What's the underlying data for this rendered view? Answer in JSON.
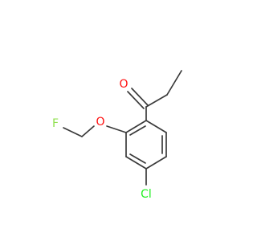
{
  "molecule": {
    "atoms": [
      {
        "id": "O-carbonyl",
        "label": "O",
        "color": "#ff0d0d"
      },
      {
        "id": "O-ether",
        "label": "O",
        "color": "#ff0d0d"
      },
      {
        "id": "F",
        "label": "F",
        "color": "#90e050"
      },
      {
        "id": "Cl",
        "label": "Cl",
        "color": "#1ff01f"
      }
    ],
    "bond_color": "#3a3a3a"
  }
}
